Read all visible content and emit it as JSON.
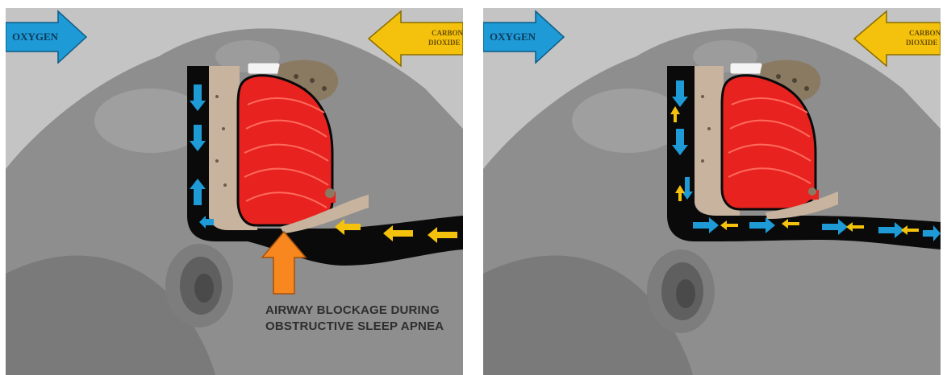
{
  "panels": [
    {
      "id": "left",
      "oxygen_label": "OXYGEN",
      "carbon_label_line1": "CARBON",
      "carbon_label_line2": "DIOXIDE",
      "caption_line1": "AIRWAY BLOCKAGE DURING",
      "caption_line2": "OBSTRUCTIVE SLEEP APNEA"
    },
    {
      "id": "right",
      "oxygen_label": "OXYGEN",
      "carbon_label_line1": "CARBON",
      "carbon_label_line2": "DIOXIDE"
    }
  ],
  "colors": {
    "oxygen": "#1e9ad6",
    "carbon_dioxide": "#f4c20d",
    "tongue": "#e8231f",
    "airway": "#0a0a0a",
    "palate": "#c8b49e",
    "blockage_arrow": "#f7871e",
    "skin": "#9a9a9a",
    "background": "#bdbdbd"
  }
}
